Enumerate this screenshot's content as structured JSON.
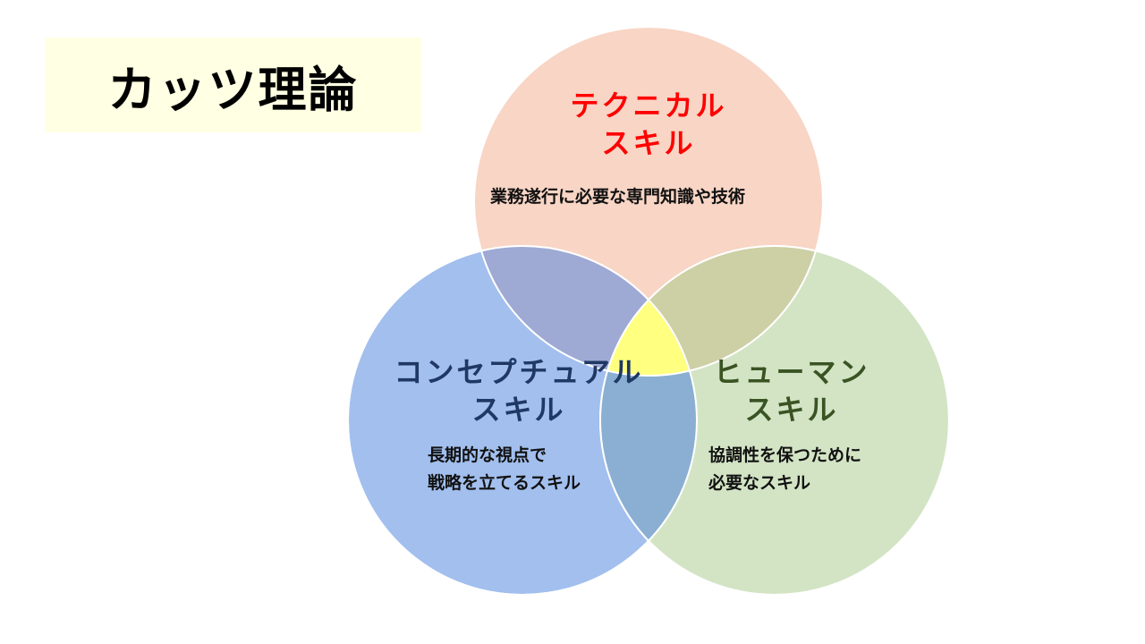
{
  "title": "カッツ理論",
  "circles": {
    "technical": {
      "name_line1": "テクニカル",
      "name_line2": "スキル",
      "description": "業務遂行に必要な専門知識や技術",
      "fill": "#F8D5C5",
      "text_color": "#FF0000"
    },
    "conceptual": {
      "name_line1": "コンセプチュアル",
      "name_line2": "スキル",
      "description_line1": "長期的な視点で",
      "description_line2": "戦略を立てるスキル",
      "fill": "#A2BFEE",
      "text_color": "#1F3864"
    },
    "human": {
      "name_line1": "ヒューマン",
      "name_line2": "スキル",
      "description_line1": "協調性を保つために",
      "description_line2": "必要なスキル",
      "fill": "#D3E4C5",
      "text_color": "#3A5323"
    }
  },
  "overlaps": {
    "technical_conceptual": "#9EA9D4",
    "technical_human": "#CDCFA5",
    "conceptual_human": "#8AAFD2",
    "all": "#FFFF80"
  }
}
